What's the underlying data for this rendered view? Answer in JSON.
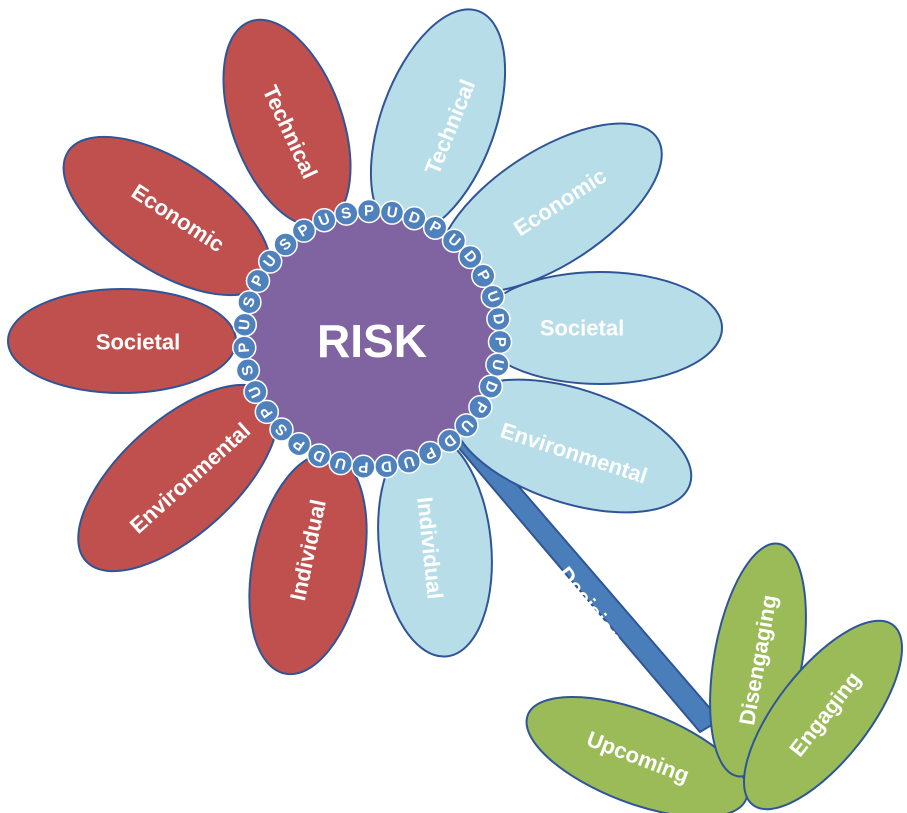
{
  "center": {
    "label": "RISK",
    "color": "#8064a2"
  },
  "colors": {
    "red_petal": "#c0504d",
    "blue_petal": "#b7dde8",
    "petal_stroke": "#2f5597",
    "bead": "#4f81bd",
    "stem": "#4a7ebb",
    "leaf": "#9bbb59",
    "text_white": "#ffffff"
  },
  "petals": [
    {
      "label": "Technical",
      "side": "red"
    },
    {
      "label": "Economic",
      "side": "red"
    },
    {
      "label": "Societal",
      "side": "red"
    },
    {
      "label": "Environmental",
      "side": "red"
    },
    {
      "label": "Individual",
      "side": "red"
    },
    {
      "label": "Technical",
      "side": "blue"
    },
    {
      "label": "Economic",
      "side": "blue"
    },
    {
      "label": "Societal",
      "side": "blue"
    },
    {
      "label": "Environmental",
      "side": "blue"
    },
    {
      "label": "Individual",
      "side": "blue"
    }
  ],
  "beads": [
    "S",
    "P",
    "U",
    "S",
    "P",
    "U",
    "S",
    "P",
    "U",
    "S",
    "P",
    "U",
    "S",
    "P",
    "U",
    "D",
    "P",
    "U",
    "D",
    "P",
    "U",
    "D",
    "P",
    "U",
    "D",
    "P",
    "U",
    "D",
    "P",
    "U",
    "D",
    "P",
    "U",
    "D",
    "P"
  ],
  "stem": {
    "label": "Decision"
  },
  "leaves": [
    {
      "label": "Upcoming"
    },
    {
      "label": "Disengaging"
    },
    {
      "label": "Engaging"
    }
  ]
}
